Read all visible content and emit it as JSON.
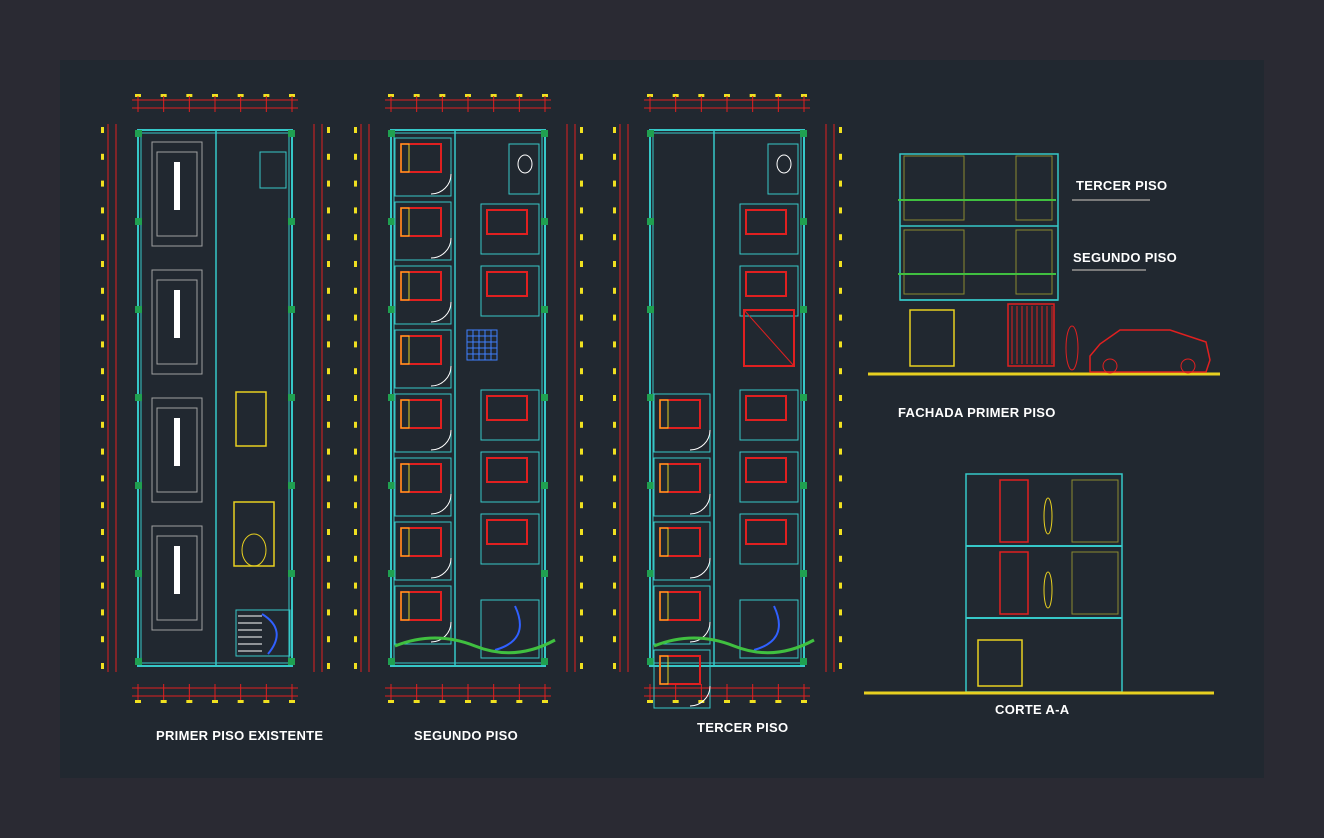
{
  "labels": {
    "plan1": "PRIMER PISO EXISTENTE",
    "plan2": "SEGUNDO PISO",
    "plan3": "TERCER PISO",
    "facade_upper": "TERCER PISO",
    "facade_middle": "SEGUNDO PISO",
    "facade_title": "FACHADA  PRIMER PISO",
    "section_title": "CORTE A-A"
  },
  "colors": {
    "background": "#212830",
    "frame": "#2a2a33",
    "walls": "#36c8c8",
    "dimensions": "#e02020",
    "markers": "#f0e020",
    "furniture": "#e8d020",
    "doors": "#ffffff",
    "hatch": "#40c040"
  }
}
